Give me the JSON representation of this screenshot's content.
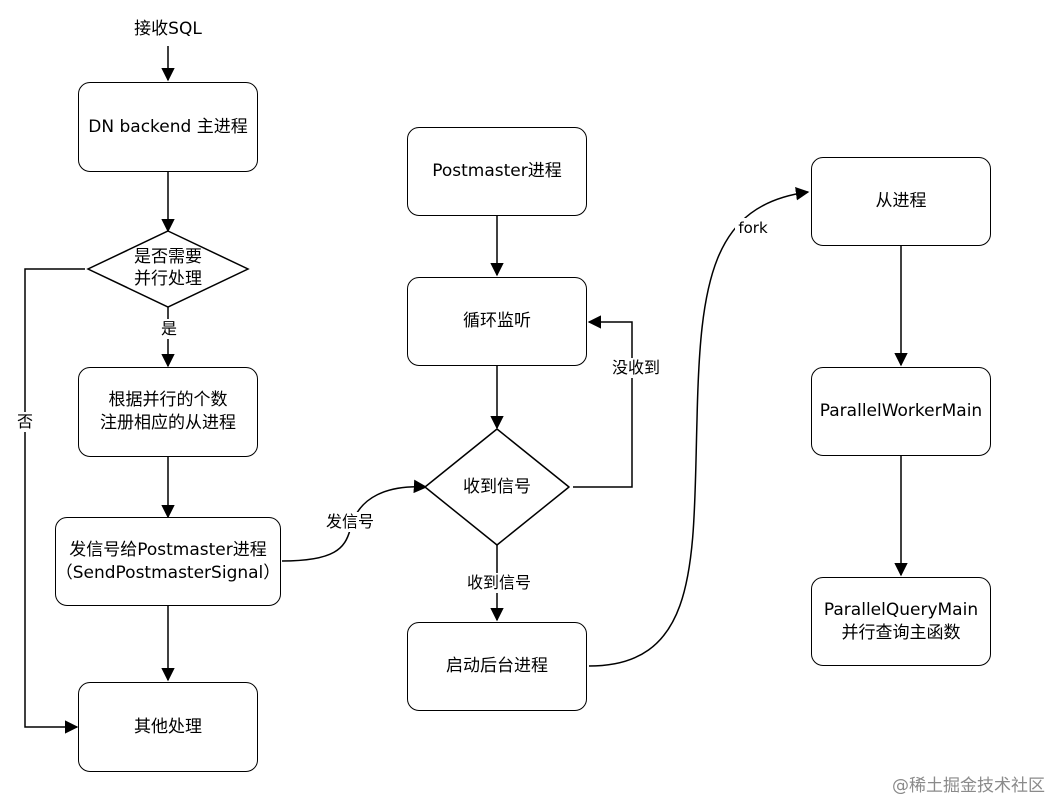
{
  "start_label": "接收SQL",
  "nodes": {
    "dn_backend": "DN backend 主进程",
    "decision_parallel": "是否需要\n并行处理",
    "register_workers": "根据并行的个数\n注册相应的从进程",
    "send_signal": "发信号给Postmaster进程\n（SendPostmasterSignal）",
    "other_processing": "其他处理",
    "postmaster": "Postmaster进程",
    "loop_listen": "循环监听",
    "decision_signal": "收到信号",
    "start_bg": "启动后台进程",
    "worker": "从进程",
    "parallel_worker_main": "ParallelWorkerMain",
    "parallel_query_main": "ParallelQueryMain\n并行查询主函数"
  },
  "edge_labels": {
    "yes": "是",
    "no": "否",
    "send_signal": "发信号",
    "not_received": "没收到",
    "received": "收到信号",
    "fork": "fork"
  },
  "watermark": "@稀土掘金技术社区"
}
